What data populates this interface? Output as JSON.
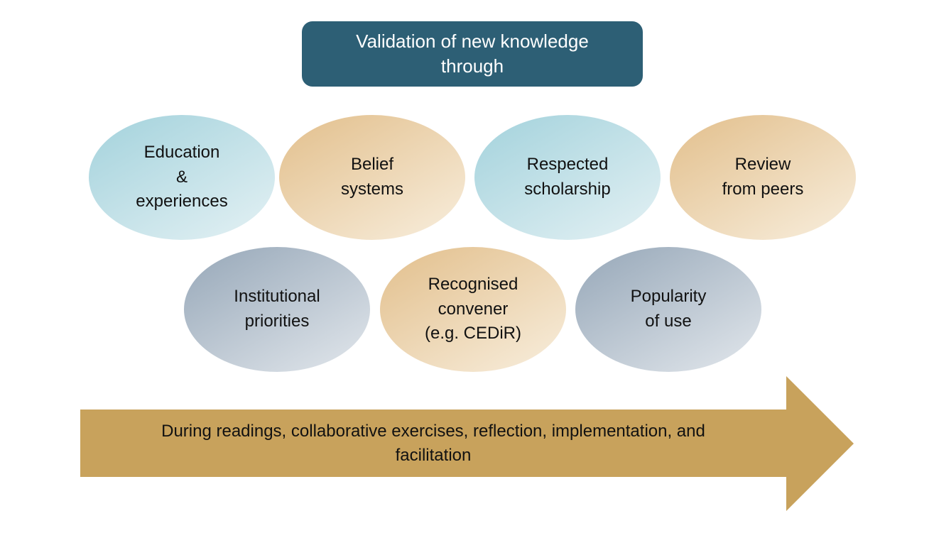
{
  "colors": {
    "title_bg": "#2d5f75",
    "title_text": "#ffffff",
    "arrow_fill": "#c8a25c",
    "body_text": "#111111",
    "blue_gradient": [
      "#a3d2dc",
      "#e4f1f4"
    ],
    "tan_gradient": [
      "#e2bf8c",
      "#f8eedd"
    ],
    "gray_gradient": [
      "#96a7b8",
      "#e2e7ec"
    ]
  },
  "title_box": {
    "text": "Validation of new knowledge\nthrough"
  },
  "ellipses": [
    {
      "name": "education-experiences",
      "label": "Education\n&\nexperiences",
      "scheme": "scheme-blue"
    },
    {
      "name": "belief-systems",
      "label": "Belief\nsystems",
      "scheme": "scheme-tan"
    },
    {
      "name": "respected-scholarship",
      "label": "Respected\nscholarship",
      "scheme": "scheme-blue"
    },
    {
      "name": "review-from-peers",
      "label": "Review\nfrom peers",
      "scheme": "scheme-tan"
    },
    {
      "name": "institutional-priorities",
      "label": "Institutional\npriorities",
      "scheme": "scheme-gray"
    },
    {
      "name": "recognised-convener",
      "label": "Recognised\nconvener\n(e.g. CEDiR)",
      "scheme": "scheme-tan"
    },
    {
      "name": "popularity-of-use",
      "label": "Popularity\nof use",
      "scheme": "scheme-gray"
    }
  ],
  "arrow": {
    "text": "During readings, collaborative exercises, reflection, implementation, and\nfacilitation"
  }
}
